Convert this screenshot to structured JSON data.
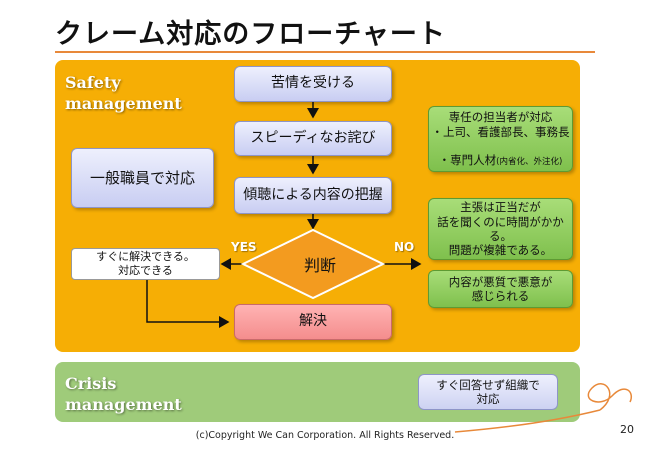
{
  "title": "クレーム対応のフローチャート",
  "panels": {
    "safety_label": "Safety\nmanagement",
    "crisis_label": "Crisis\nmanagement"
  },
  "flow": {
    "step1": "苦情を受ける",
    "step2": "スピーディなお詫び",
    "step3": "傾聴による内容の把握",
    "decision": "判断",
    "resolve": "解決",
    "general_staff": "一般職員で対応",
    "yes_label": "YES",
    "no_label": "NO",
    "yes_result": "すぐに解決できる。\n対応できる",
    "dedicated_title": "専任の担当者が対応",
    "dedicated_line2": "・上司、看護部長、事務長",
    "dedicated_line3": "・専門人材",
    "dedicated_line3_note": "(内省化、外注化)",
    "no_result": "主張は正当だが\n話を聞くのに時間がかかる。\n問題が複雑である。",
    "malicious": "内容が悪質で悪意が\n感じられる",
    "crisis_action": "すぐ回答せず組織で\n対応"
  },
  "footer": {
    "copyright": "(c)Copyright  We Can Corporation. All Rights Reserved.",
    "page_number": "20"
  }
}
